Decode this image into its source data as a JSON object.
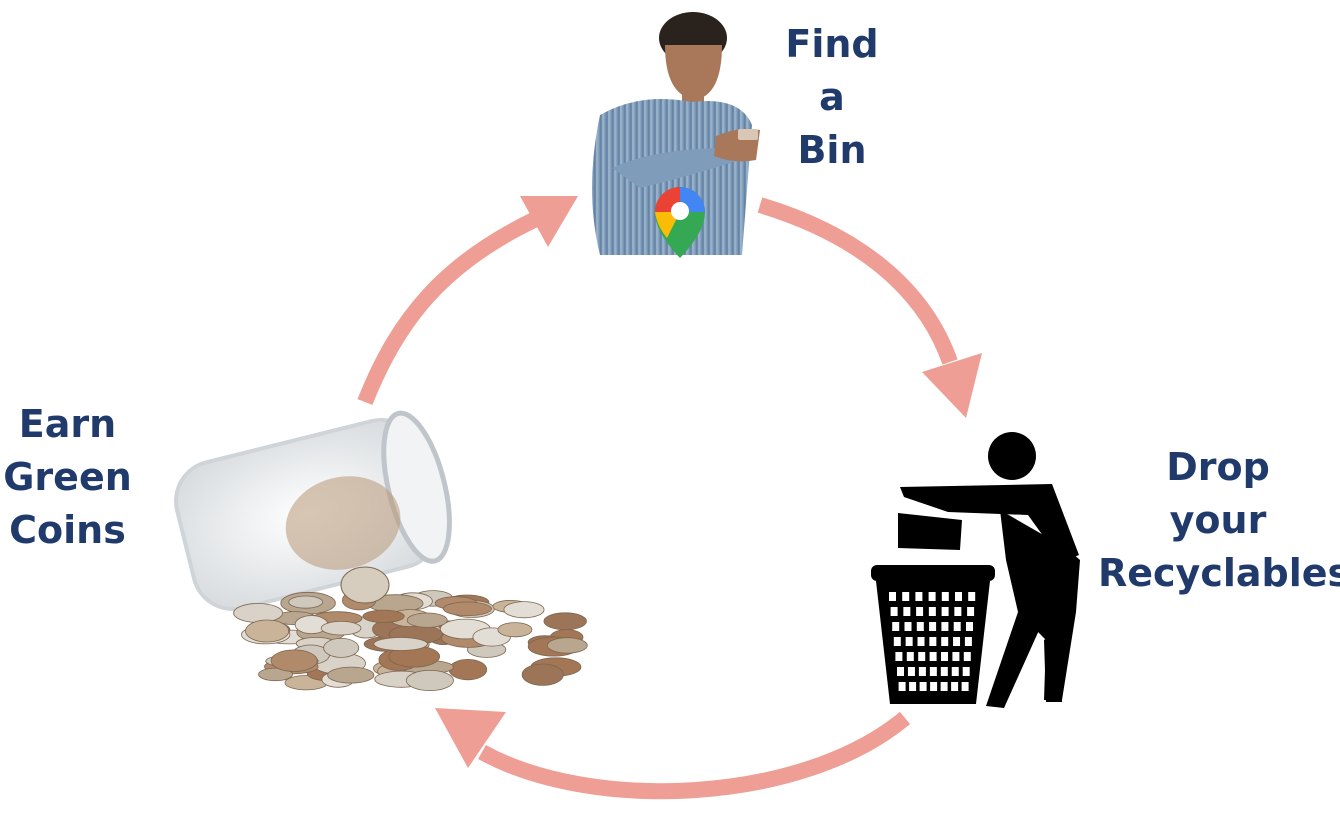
{
  "steps": {
    "find_bin": {
      "lines": [
        "Find",
        "a",
        "Bin"
      ]
    },
    "drop_recyclables": {
      "lines": [
        "Drop",
        "your",
        "Recyclables"
      ]
    },
    "earn_coins": {
      "lines": [
        "Earn",
        "Green",
        "Coins"
      ]
    }
  },
  "colors": {
    "label": "#1f3a6b",
    "arrow": "#ee9e94",
    "icon": "#000000"
  }
}
